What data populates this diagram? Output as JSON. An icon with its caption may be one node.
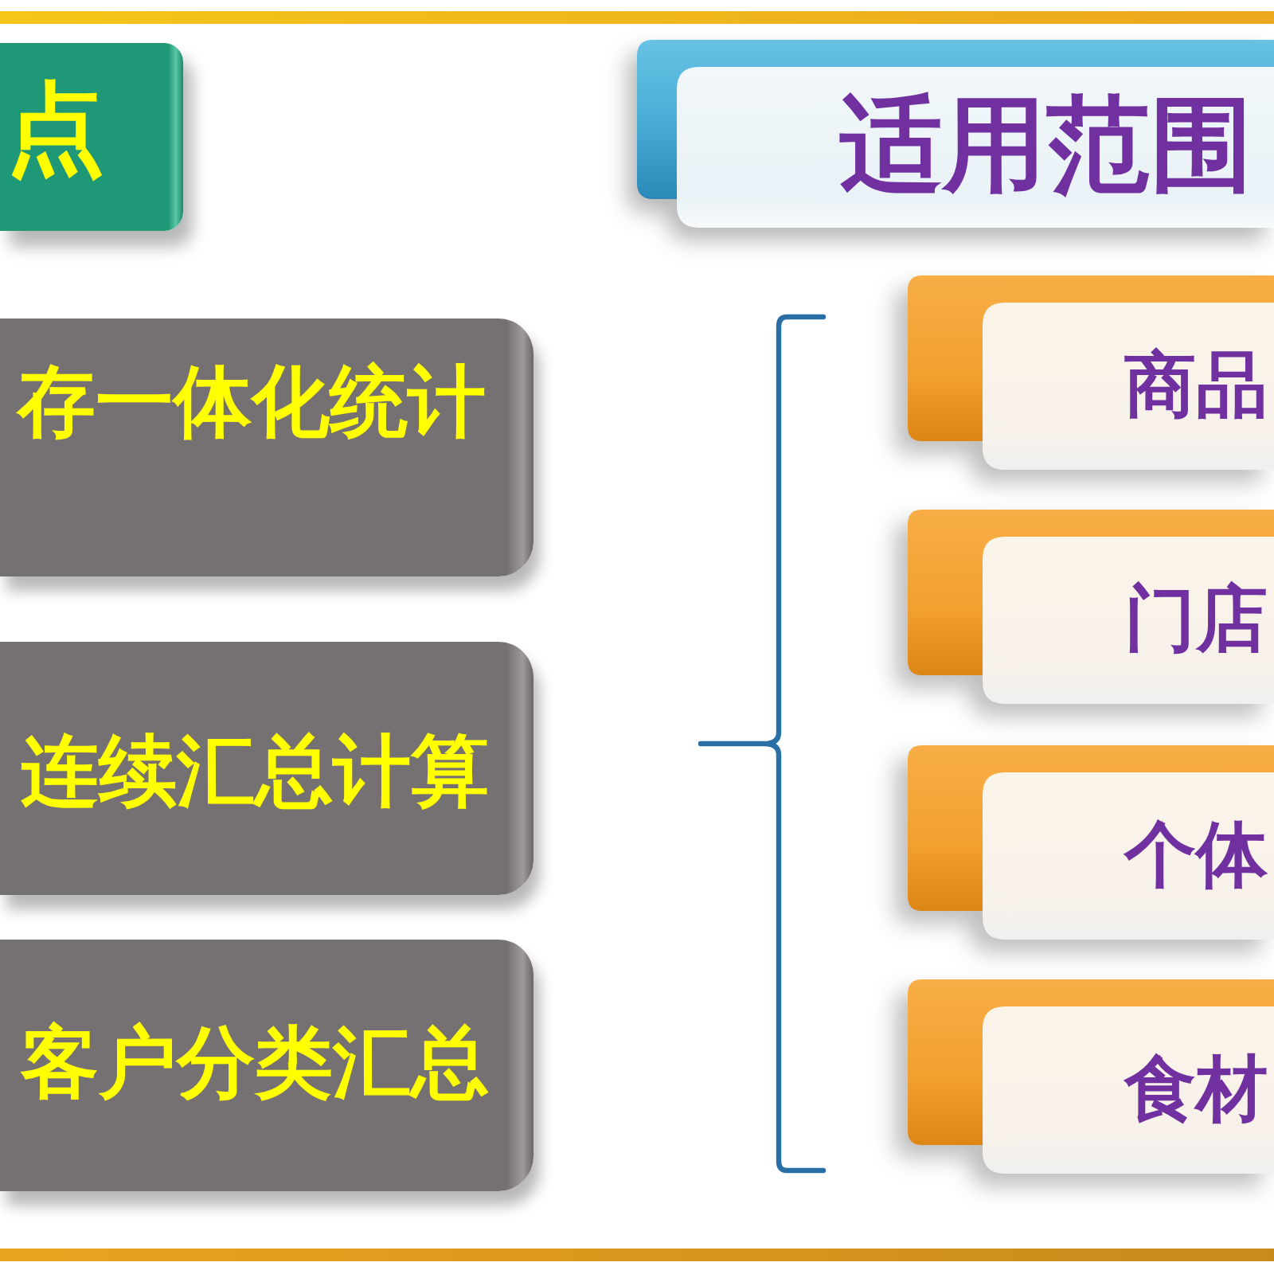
{
  "diagram": {
    "nodes": [
      {
        "text": [
          "点"
        ]
      },
      {
        "text": [
          "存一体化统计"
        ]
      },
      {
        "text": [
          "连续汇总计算"
        ]
      },
      {
        "text": [
          "客户分类汇总"
        ]
      },
      {
        "text": [
          "适用范围"
        ]
      },
      {
        "text": [
          "商品"
        ]
      },
      {
        "text": [
          "门店"
        ]
      },
      {
        "text": [
          "个体"
        ]
      },
      {
        "text": [
          "食材"
        ]
      }
    ]
  }
}
